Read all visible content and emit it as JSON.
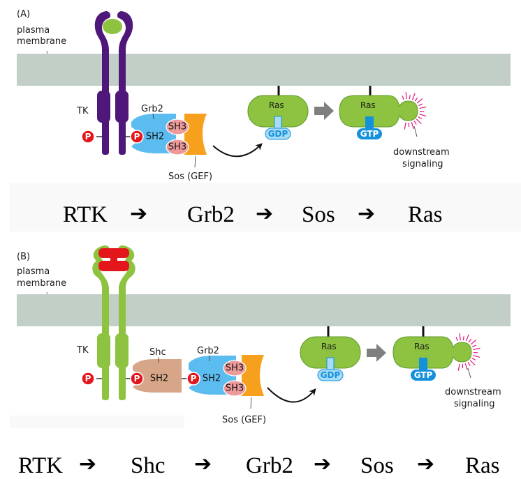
{
  "colors": {
    "membrane": "#c2cfc6",
    "rtk_a": "#4e1779",
    "rtk_b": "#8dc340",
    "ligand_a": "#8dc340",
    "ligand_b": "#e3161c",
    "phospho": "#e3161c",
    "grb2": "#5bbcf0",
    "sh3": "#ee9a9a",
    "sos": "#f7a01e",
    "shc": "#d7a587",
    "ras": "#8dc340",
    "gdp": "#a6dcf5",
    "gtp": "#1591dc",
    "signal_burst": "#e0157d",
    "process_arrow": "#7f7f7f",
    "pathway_band": "#f9f9f9"
  },
  "panel_a": {
    "panel_label": "(A)",
    "membrane_label_line1": "plasma",
    "membrane_label_line2": "membrane",
    "tk_label": "TK",
    "phospho_label": "P",
    "grb2_label": "Grb2",
    "sh2_label": "SH2",
    "sh3_label": "SH3",
    "sos_label": "Sos (GEF)",
    "ras_label": "Ras",
    "gdp_label": "GDP",
    "gtp_label": "GTP",
    "downstream_line1": "downstream",
    "downstream_line2": "signaling",
    "pathway": [
      "RTK",
      "Grb2",
      "Sos",
      "Ras"
    ],
    "pathway_arrow": "➔"
  },
  "panel_b": {
    "panel_label": "(B)",
    "membrane_label_line1": "plasma",
    "membrane_label_line2": "membrane",
    "tk_label": "TK",
    "phospho_label": "P",
    "shc_label": "Shc",
    "grb2_label": "Grb2",
    "sh2_label": "SH2",
    "sh3_label": "SH3",
    "sos_label": "Sos (GEF)",
    "ras_label": "Ras",
    "gdp_label": "GDP",
    "gtp_label": "GTP",
    "downstream_line1": "downstream",
    "downstream_line2": "signaling",
    "pathway": [
      "RTK",
      "Shc",
      "Grb2",
      "Sos",
      "Ras"
    ],
    "pathway_arrow": "➔"
  }
}
